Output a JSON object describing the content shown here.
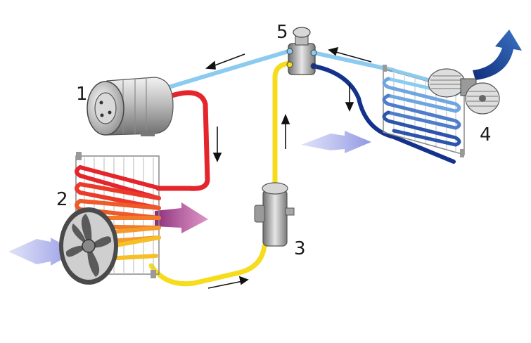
{
  "labels": {
    "compressor": "1",
    "condenser": "2",
    "receiver_drier": "3",
    "evaporator": "4",
    "expansion_valve": "5"
  },
  "colors": {
    "hot_gas_red": "#e5252c",
    "warm_orange": "#f28a2e",
    "liquid_yellow": "#f7dc1e",
    "cool_light_blue": "#8ccbf0",
    "cold_dark_blue": "#14328c",
    "airflow_lavender": "#9aa0e6",
    "hot_air_magenta": "#b04aa0",
    "fan_outflow_blue": "#1f4f9c"
  }
}
